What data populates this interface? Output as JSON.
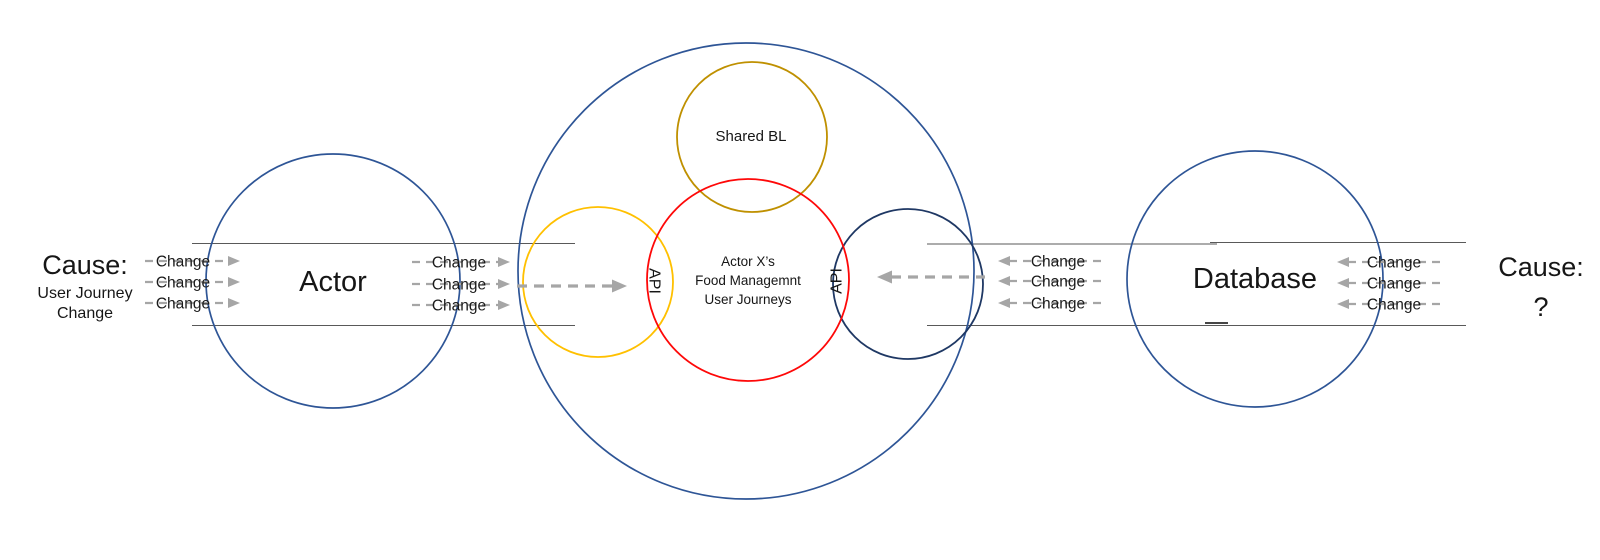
{
  "left_cause": {
    "heading": "Cause:",
    "line1": "User Journey",
    "line2": "Change"
  },
  "right_cause": {
    "heading": "Cause:",
    "line1": "?"
  },
  "actor": {
    "label": "Actor"
  },
  "database": {
    "label": "Database"
  },
  "system": {
    "shared_bl_label": "Shared BL",
    "core_line1": "Actor X’s",
    "core_line2": "Food Managemnt",
    "core_line3": "User Journeys",
    "api_left_label": "API",
    "api_right_label": "API"
  },
  "flow": {
    "change_label": "Change"
  },
  "colors": {
    "circle_blue": "#2e5596",
    "circle_navy": "#1f3864",
    "circle_yellow": "#ffc000",
    "circle_gold": "#bf9000",
    "circle_red": "#fe0808",
    "arrow_gray": "#a6a6a6",
    "pipe_gray": "#595959",
    "text_black": "#161616"
  }
}
